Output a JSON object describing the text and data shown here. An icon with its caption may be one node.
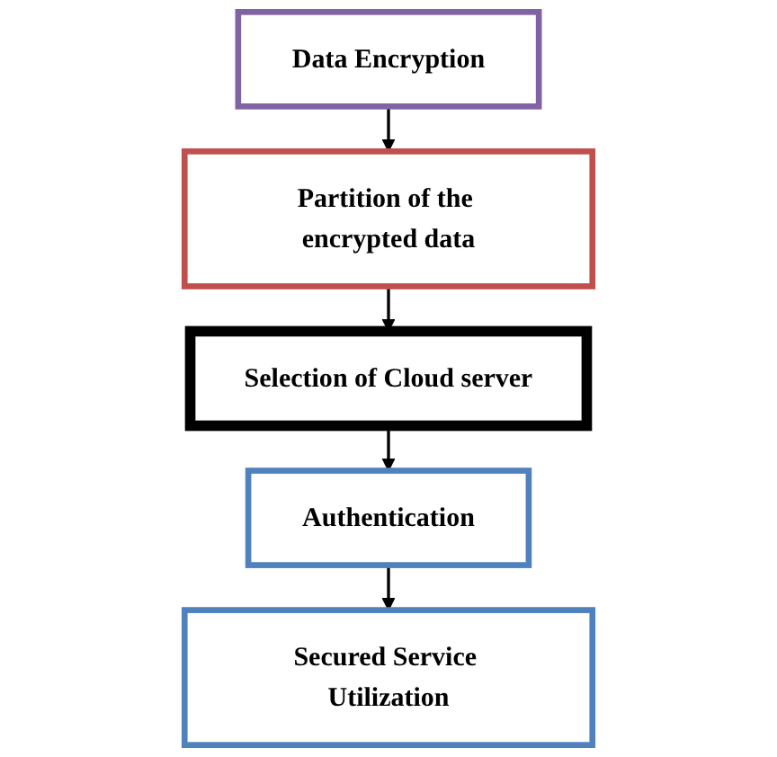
{
  "diagram": {
    "nodes": [
      {
        "text": [
          "Data Encryption"
        ]
      },
      {
        "text": [
          "Partition of the encrypted data"
        ]
      },
      {
        "text": [
          "Selection of Cloud server"
        ]
      },
      {
        "text": [
          "Authentication"
        ]
      },
      {
        "text": [
          "Secured Service Utilization"
        ]
      }
    ],
    "edges": [
      {
        "from": 0,
        "to": 1,
        "arrow": "to"
      },
      {
        "from": 1,
        "to": 2,
        "arrow": "to"
      },
      {
        "from": 2,
        "to": 3,
        "arrow": "to"
      },
      {
        "from": 3,
        "to": 4,
        "arrow": "to"
      }
    ]
  }
}
